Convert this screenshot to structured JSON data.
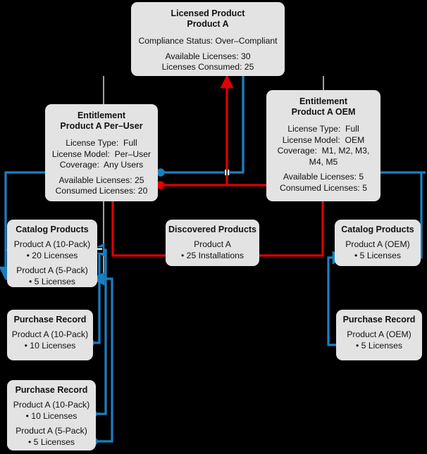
{
  "colors": {
    "node_fill": "#e3e3e3",
    "blue": "#1a7fc0",
    "red": "#e00000",
    "connector_gray": "#c9c9c9",
    "background": "#000000",
    "text": "#111111"
  },
  "nodes": {
    "licensed_product": {
      "title": "Licensed Product",
      "subtitle": "Product A",
      "compliance": "Compliance Status: Over–Compliant",
      "available": "Available Licenses: 30",
      "consumed": "Licenses Consumed: 25"
    },
    "entitlement_peruser": {
      "title": "Entitlement",
      "subtitle": "Product A Per–User",
      "license_type": "License Type:  Full",
      "license_model": "License Model:  Per–User",
      "coverage": "Coverage:  Any Users",
      "available": "Available Licenses: 25",
      "consumed": "Consumed Licenses: 20"
    },
    "entitlement_oem": {
      "title": "Entitlement",
      "subtitle": "Product A OEM",
      "license_type": "License Type:  Full",
      "license_model": "License Model:  OEM",
      "coverage": "Coverage:  M1, M2, M3,",
      "coverage_2": "M4, M5",
      "available": "Available Licenses: 5",
      "consumed": "Consumed Licenses: 5"
    },
    "catalog_left": {
      "title": "Catalog Products",
      "item1_name": "Product A (10-Pack)",
      "item1_qty": "• 20 Licenses",
      "item2_name": "Product A (5-Pack)",
      "item2_qty": "• 5 Licenses"
    },
    "discovered_products": {
      "title": "Discovered Products",
      "item1_name": "Product A",
      "item1_qty": "• 25 Installations"
    },
    "catalog_right": {
      "title": "Catalog Products",
      "item1_name": "Product A (OEM)",
      "item1_qty": "• 5 Licenses"
    },
    "purchase_left_1": {
      "title": "Purchase Record",
      "item1_name": "Product A (10-Pack)",
      "item1_qty": "• 10 Licenses"
    },
    "purchase_left_2": {
      "title": "Purchase Record",
      "item1_name": "Product A (10-Pack)",
      "item1_qty": "• 10 Licenses",
      "item2_name": "Product A (5-Pack)",
      "item2_qty": "• 5 Licenses"
    },
    "purchase_right": {
      "title": "Purchase Record",
      "item1_name": "Product A (OEM)",
      "item1_qty": "• 5 Licenses"
    }
  }
}
